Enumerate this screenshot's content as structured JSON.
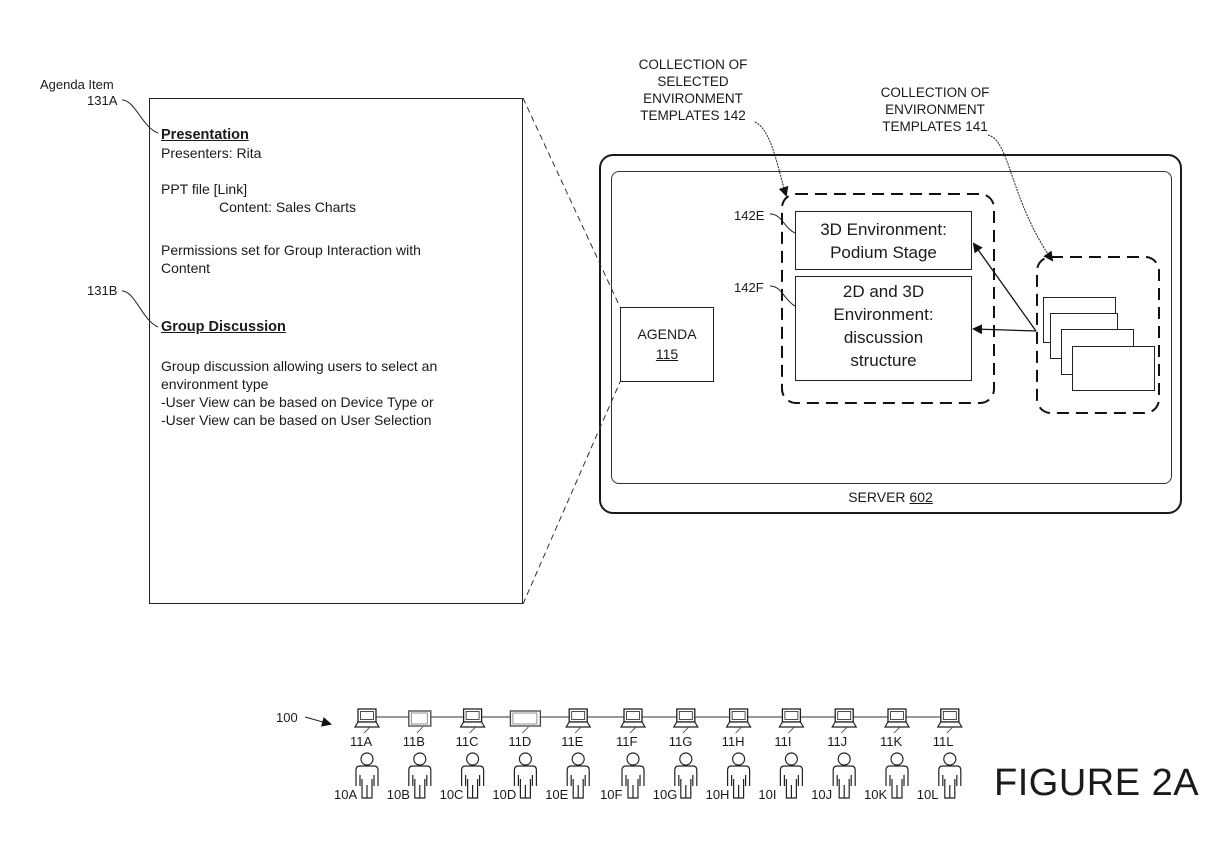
{
  "figure": {
    "title": "FIGURE 2A",
    "system_ref": "100"
  },
  "agenda_document": {
    "caption": "Agenda Item",
    "items": [
      {
        "ref": "131A",
        "heading": "Presentation",
        "lines": [
          "Presenters: Rita",
          "",
          "PPT file [Link]",
          "Content: Sales Charts",
          "",
          "Permissions set for Group Interaction with",
          "Content"
        ]
      },
      {
        "ref": "131B",
        "heading": "Group Discussion",
        "lines": [
          "",
          "Group discussion allowing users to select an",
          "environment type",
          "-User View can be based on Device Type or",
          "-User View can be based on User Selection"
        ]
      }
    ]
  },
  "server": {
    "label": "SERVER",
    "ref": "602",
    "agenda": {
      "label": "AGENDA",
      "ref": "115"
    },
    "selected_templates": {
      "caption_lines": [
        "COLLECTION OF",
        "SELECTED",
        "ENVIRONMENT",
        "TEMPLATES 142"
      ],
      "templates": [
        {
          "ref": "142E",
          "lines": [
            "3D Environment:",
            "Podium Stage"
          ]
        },
        {
          "ref": "142F",
          "lines": [
            "2D and 3D",
            "Environment:",
            "discussion",
            "structure"
          ]
        }
      ]
    },
    "all_templates": {
      "caption_lines": [
        "COLLECTION OF",
        "ENVIRONMENT",
        "TEMPLATES 141"
      ],
      "card_count": 4
    }
  },
  "devices": [
    {
      "ref": "11A",
      "type": "laptop"
    },
    {
      "ref": "11B",
      "type": "tablet"
    },
    {
      "ref": "11C",
      "type": "laptop"
    },
    {
      "ref": "11D",
      "type": "tablet"
    },
    {
      "ref": "11E",
      "type": "laptop"
    },
    {
      "ref": "11F",
      "type": "laptop"
    },
    {
      "ref": "11G",
      "type": "laptop"
    },
    {
      "ref": "11H",
      "type": "laptop"
    },
    {
      "ref": "11I",
      "type": "laptop"
    },
    {
      "ref": "11J",
      "type": "laptop"
    },
    {
      "ref": "11K",
      "type": "laptop"
    },
    {
      "ref": "11L",
      "type": "laptop"
    }
  ],
  "users": [
    "10A",
    "10B",
    "10C",
    "10D",
    "10E",
    "10F",
    "10G",
    "10H",
    "10I",
    "10J",
    "10K",
    "10L"
  ]
}
